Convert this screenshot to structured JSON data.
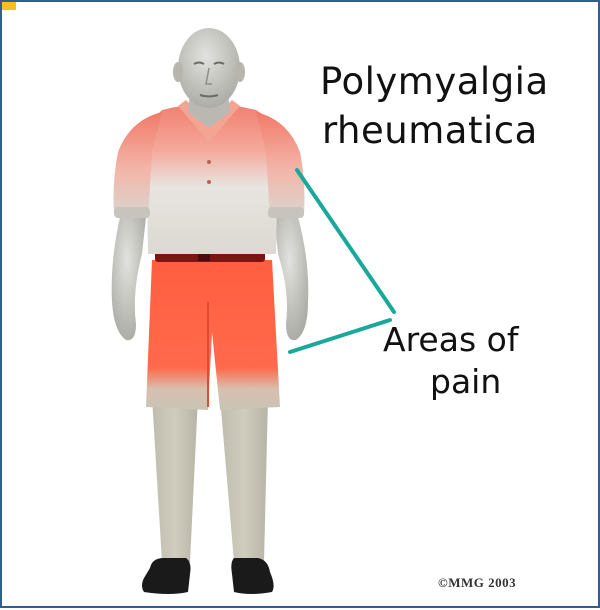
{
  "title": {
    "line1": "Polymyalgia",
    "line2": "rheumatica"
  },
  "callout": {
    "line1": "Areas of",
    "line2": "pain",
    "pointer_color": "#1aa89a"
  },
  "copyright": "©MMG 2003",
  "colors": {
    "pain": "#ff5a3c",
    "shirt": "#e6e3dd",
    "pants_lower": "#c9c6b6",
    "skin": "#c9c9c4",
    "belt": "#7a1512",
    "frame": "#2f5f8f"
  }
}
